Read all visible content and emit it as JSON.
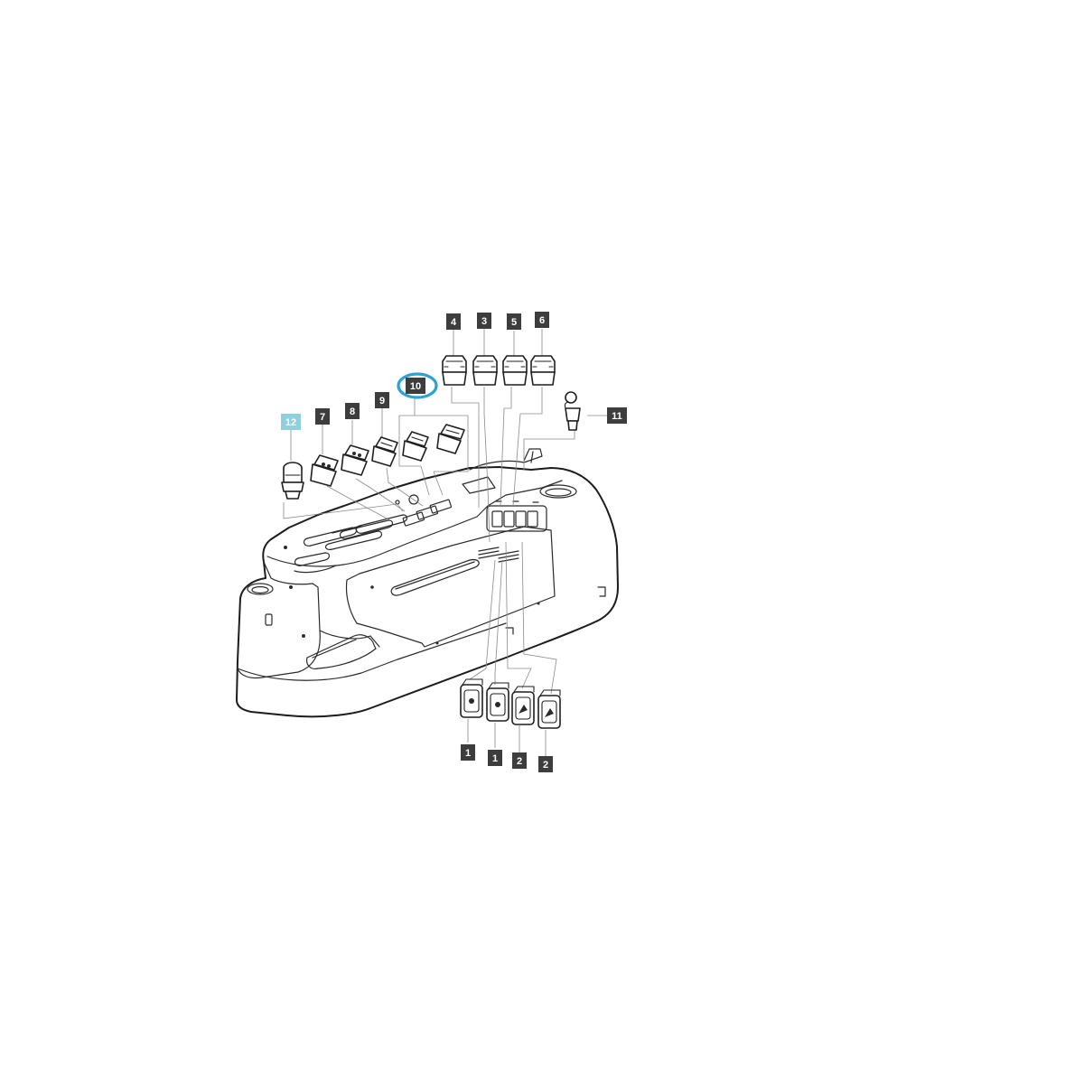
{
  "diagram": {
    "accent_color": "#2aa2d6",
    "callout_color": "#3d3d3d",
    "highlight_color": "#8fd0de",
    "circled_callout": "10",
    "highlighted_callout": "12",
    "callouts": {
      "c1a": "1",
      "c1b": "1",
      "c2a": "2",
      "c2b": "2",
      "c3": "3",
      "c4": "4",
      "c5": "5",
      "c6": "6",
      "c7": "7",
      "c8": "8",
      "c9": "9",
      "c10": "10",
      "c11": "11",
      "c12": "12"
    }
  }
}
